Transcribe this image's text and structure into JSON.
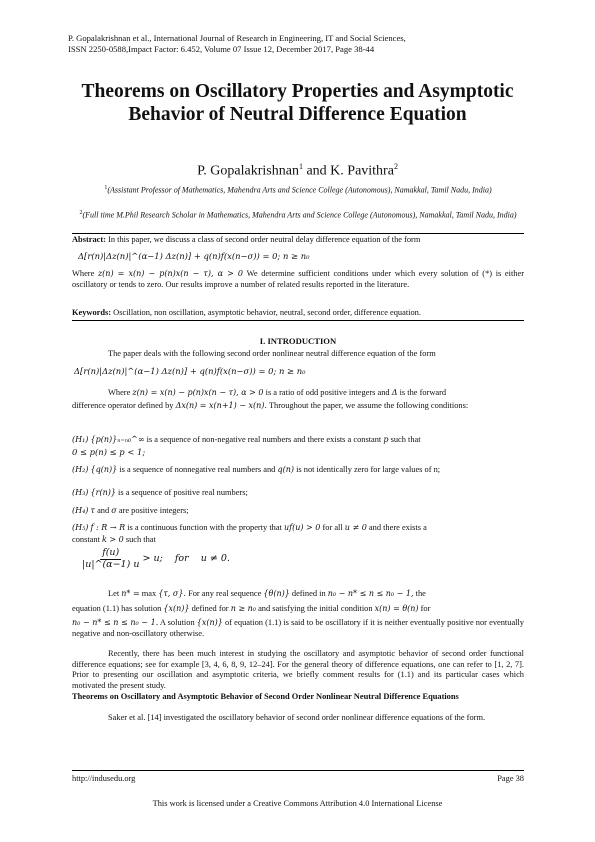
{
  "header": {
    "line1": "P. Gopalakrishnan et al., International Journal of Research in Engineering, IT and Social Sciences,",
    "line2": "ISSN 2250-0588,Impact Factor: 6.452, Volume 07 Issue 12, December 2017, Page 38-44"
  },
  "title": "Theorems on Oscillatory Properties and Asymptotic Behavior of Neutral Difference Equation",
  "authors": {
    "author1": "P. Gopalakrishnan",
    "sup1": "1",
    "and": " and ",
    "author2": "K. Pavithra",
    "sup2": "2"
  },
  "affiliations": [
    {
      "sup": "1",
      "text": "(Assistant Professor of Mathematics, Mahendra Arts and Science College (Autonomous), Namakkal, Tamil Nadu, India)"
    },
    {
      "sup": "2",
      "text": "(Full time M.Phil Research Scholar in Mathematics, Mahendra Arts and Science College (Autonomous), Namakkal, Tamil Nadu, India)"
    }
  ],
  "abstract": {
    "label": "Abstract:",
    "text1": " In this paper, we discuss a class of second order neutral delay difference equation of the form",
    "eq1": "Δ[r(n)|Δz(n)|^(α−1) Δz(n)] + q(n)f(x(n−σ)) = 0;    n ≥ n₀",
    "where": "Where",
    "eq_z": "z(n) = x(n) − p(n)x(n − τ),  α > 0",
    "text2": " We determine sufficient conditions under which every solution of (*) is either oscillatory or tends to zero. Our results improve a number of related results reported in the literature."
  },
  "keywords": {
    "label": "Keywords:",
    "text": " Oscillation, non oscillation, asymptotic behavior, neutral, second order, difference equation."
  },
  "section1": {
    "heading": "I. INTRODUCTION",
    "p1": "The paper deals with the following second order nonlinear neutral difference equation of the form",
    "eq1": "Δ[r(n)|Δz(n)|^(α−1) Δz(n)] + q(n)f(x(n−σ)) = 0;    n ≥ n₀",
    "where": "Where",
    "eq_z": "z(n) = x(n) − p(n)x(n − τ),  α > 0",
    "where_tail1": " is a ratio of odd positive integers and ",
    "delta": "Δ",
    "where_tail2": " is the forward",
    "diff_def_a": "difference operator defined by",
    "diff_def_eq": "Δx(n) = x(n+1) − x(n).",
    "diff_def_b": " Throughout the paper, we assume the following conditions:",
    "h1_sym": "(H₁)",
    "h1_eq": "{p(n)}ₙ₌ₙ₀^∞",
    "h1_text": " is a sequence of non-negative real numbers and there exists a constant ",
    "h1_p": "p",
    "h1_tail": " such that",
    "h1_ineq": "0 ≤ p(n) ≤ p < 1;",
    "h2_sym": "(H₂)",
    "h2_eq": "{q(n)}",
    "h2_text": " is a sequence of nonnegative real numbers and ",
    "h2_q": "q(n)",
    "h2_tail": " is not identically zero for large values of n;",
    "h3_sym": "(H₃)",
    "h3_eq": "{r(n)}",
    "h3_text": " is a sequence of positive real numbers;",
    "h4_sym": "(H₄)",
    "h4_tau": "τ",
    "h4_and": " and ",
    "h4_sigma": "σ",
    "h4_text": " are positive integers;",
    "h5_sym": "(H₅)",
    "h5_eq": "f : R → R",
    "h5_text": " is a continuous function with the property that ",
    "h5_uf": "uf(u) > 0",
    "h5_forall": " for all ",
    "h5_u": "u ≠ 0",
    "h5_tail": " and there exists a",
    "h5_const": "constant ",
    "h5_k": "k > 0",
    "h5_such": " such that",
    "h5_frac_num": "f(u)",
    "h5_frac_den": "|u|^(α−1) u",
    "h5_ineq": " > u;    for    u ≠ 0.",
    "let": "Let",
    "nstar": "n* =",
    "max": "max",
    "max_set": "{τ, σ}.",
    "p2_a": " For any real sequence ",
    "theta": "{θ(n)}",
    "p2_b": " defined in ",
    "p2_range": "n₀ − n* ≤ n ≤ n₀ − 1,",
    "p2_c": " the",
    "p3_a": "equation (1.1) has solution ",
    "xn": "{x(n)}",
    "p3_b": " defined for ",
    "nge": "n ≥ n₀",
    "p3_c": " and satisfying the initial condition ",
    "init": "x(n) = θ(n)",
    "p3_d": " for",
    "p4_range": "n₀ − n* ≤ n ≤ n₀ − 1.",
    "p4_a": " A solution ",
    "xn2": "{x(n)}",
    "p4_b": " of equation (1.1) is said to be oscillatory if it is neither eventually positive nor eventually negative and non-oscillatory otherwise.",
    "p5": "Recently, there has been much interest in studying the oscillatory and asymptotic behavior of second order functional difference equations; see for example [3, 4, 6, 8, 9, 12–24]. For the general theory of difference equations, one can refer to [1, 2, 7]. Prior to presenting our oscillation and asymptotic criteria, we briefly comment results for (1.1) and its particular cases which motivated the present study.",
    "subheading": "Theorems on Oscillatory and Asymptotic Behavior of Second Order Nonlinear Neutral Difference Equations",
    "p6": "Saker et al. [14] investigated the oscillatory behavior of second order nonlinear difference equations of the form."
  },
  "footer": {
    "url": "http://indusedu.org",
    "page": "Page 38",
    "license": "This work is licensed under a Creative Commons Attribution 4.0 International License"
  }
}
